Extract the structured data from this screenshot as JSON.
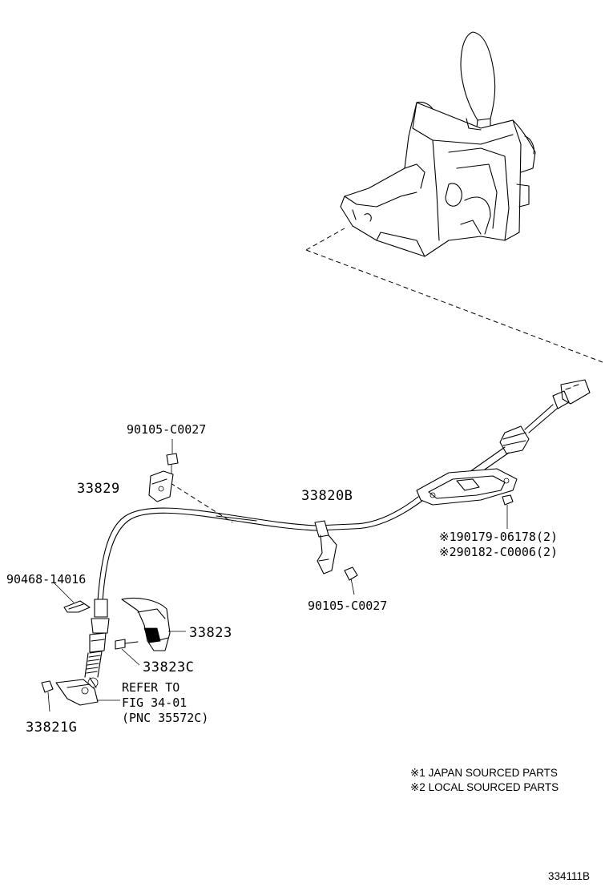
{
  "labels": {
    "bolt_top": "90105-C0027",
    "bracket": "33829",
    "cable": "33820B",
    "nut_1": "※190179-06178(2)",
    "nut_2": "※290182-C0006(2)",
    "clip": "90468-14016",
    "bolt_mid": "90105-C0027",
    "cover": "33823",
    "screw": "33823C",
    "nut_bottom": "33821G",
    "refer_line1": "REFER TO",
    "refer_line2": "FIG 34-01",
    "refer_line3": "(PNC 35572C)"
  },
  "legend": {
    "note_1": "※1 JAPAN SOURCED PARTS",
    "note_2": "※2 LOCAL SOURCED PARTS"
  },
  "figure_id": "334111B"
}
